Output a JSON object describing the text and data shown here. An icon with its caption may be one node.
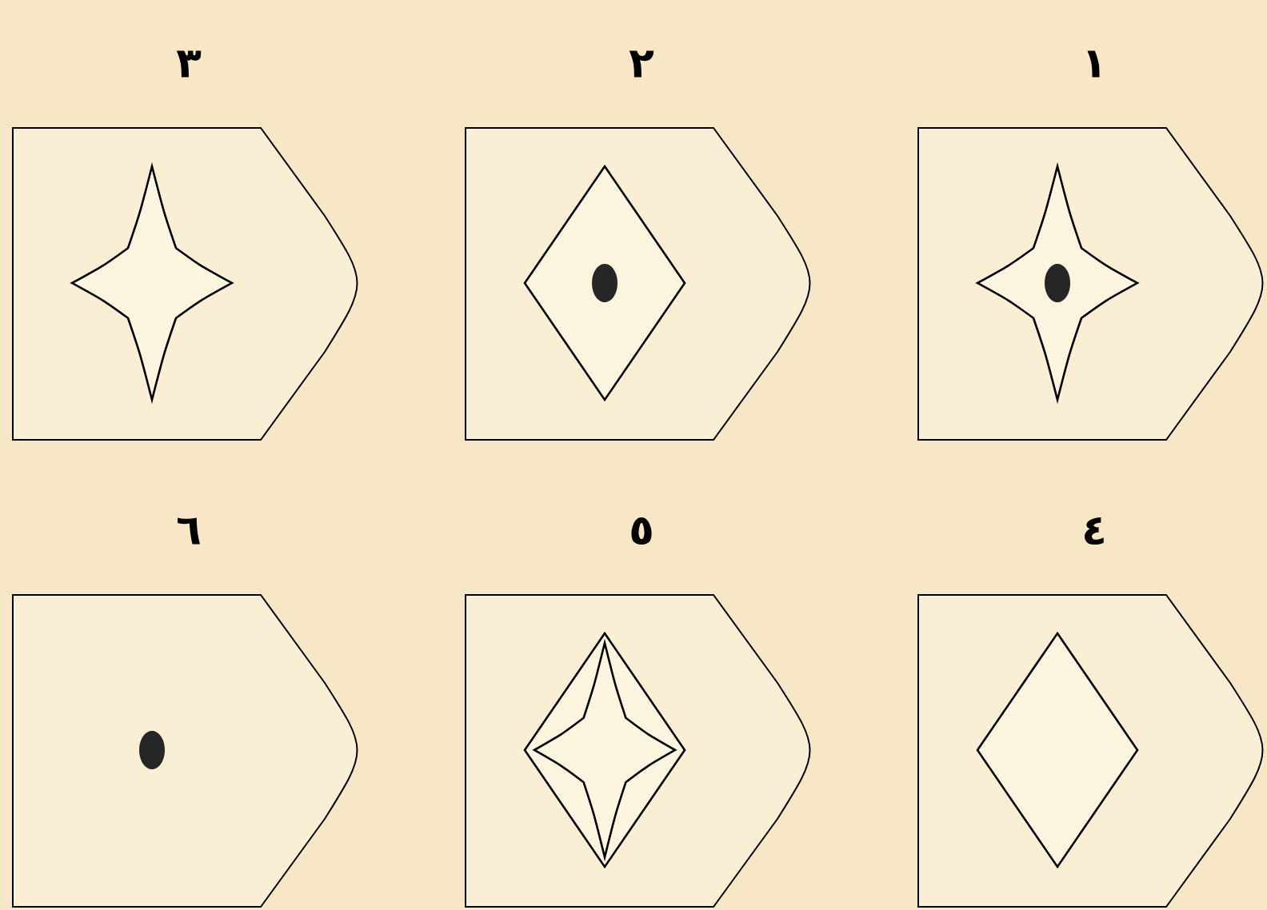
{
  "diagram": {
    "nodes": [
      {
        "text": [
          "١"
        ]
      },
      {
        "text": [],
        "shape": "star",
        "in": 0
      },
      {
        "text": [],
        "shape": "circle",
        "in": 1
      },
      {
        "text": [
          "٢"
        ]
      },
      {
        "text": [],
        "shape": "diamond",
        "in": 3
      },
      {
        "text": [],
        "shape": "circle",
        "in": 4
      },
      {
        "text": [
          "٣"
        ]
      },
      {
        "text": [],
        "shape": "star",
        "in": 6
      },
      {
        "text": [
          "٤"
        ]
      },
      {
        "text": [],
        "shape": "diamond",
        "in": 8
      },
      {
        "text": [
          "٥"
        ]
      },
      {
        "text": [],
        "shape": "diamond",
        "in": 10
      },
      {
        "text": [],
        "shape": "star",
        "in": 11
      },
      {
        "text": [
          "٦"
        ]
      },
      {
        "text": [],
        "shape": "circle",
        "in": 13
      }
    ]
  }
}
